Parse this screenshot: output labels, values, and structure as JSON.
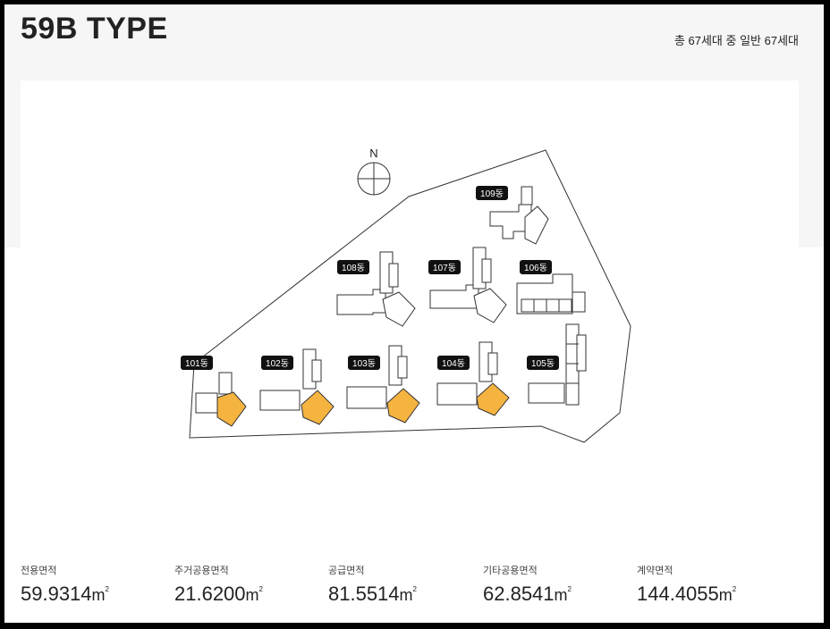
{
  "header": {
    "type_title": "59B TYPE",
    "summary": "총 67세대 중 일반 67세대"
  },
  "site_plan": {
    "north_label": "N",
    "highlight_color": "#f5b340",
    "buildings": [
      {
        "label": "101동"
      },
      {
        "label": "102동"
      },
      {
        "label": "103동"
      },
      {
        "label": "104동"
      },
      {
        "label": "105동"
      },
      {
        "label": "106동"
      },
      {
        "label": "107동"
      },
      {
        "label": "108동"
      },
      {
        "label": "109동"
      }
    ]
  },
  "areas": [
    {
      "label": "전용면적",
      "value": "59.9314",
      "unit": "m",
      "sup": "2"
    },
    {
      "label": "주거공용면적",
      "value": "21.6200",
      "unit": "m",
      "sup": "2"
    },
    {
      "label": "공급면적",
      "value": "81.5514",
      "unit": "m",
      "sup": "2"
    },
    {
      "label": "기타공용면적",
      "value": "62.8541",
      "unit": "m",
      "sup": "2"
    },
    {
      "label": "계약면적",
      "value": "144.4055",
      "unit": "m",
      "sup": "2"
    }
  ]
}
